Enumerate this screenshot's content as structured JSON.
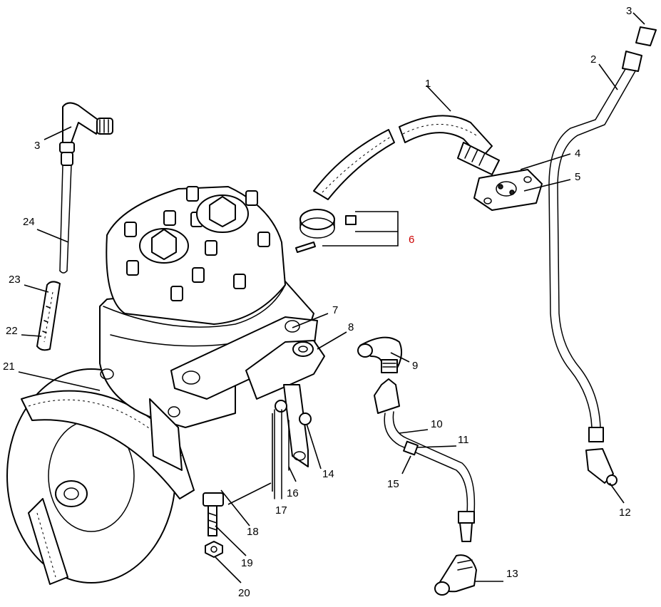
{
  "colors": {
    "line": "#000000",
    "highlight_label": "#cc0000"
  },
  "labels": {
    "l1": "1",
    "l2": "2",
    "l3a": "3",
    "l3b": "3",
    "l4": "4",
    "l5": "5",
    "l6": "6",
    "l7": "7",
    "l8": "8",
    "l9": "9",
    "l10": "10",
    "l11": "11",
    "l12": "12",
    "l13": "13",
    "l14": "14",
    "l15": "15",
    "l16": "16",
    "l17": "17",
    "l18": "18",
    "l19": "19",
    "l20": "20",
    "l21": "21",
    "l22": "22",
    "l23": "23",
    "l24": "24"
  }
}
